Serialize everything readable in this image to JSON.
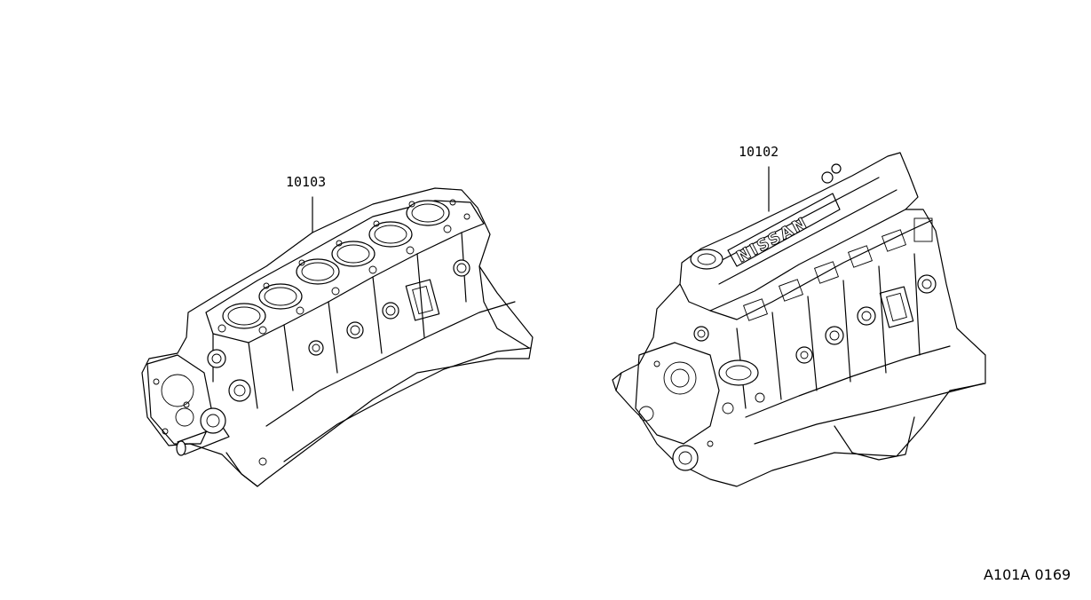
{
  "diagram": {
    "parts": [
      {
        "part_number": "10103",
        "description_icon": "short-block-engine"
      },
      {
        "part_number": "10102",
        "description_icon": "long-block-engine-nissan"
      }
    ],
    "head_cover_text": "NISSAN",
    "diagram_code": "A101A 0169"
  }
}
